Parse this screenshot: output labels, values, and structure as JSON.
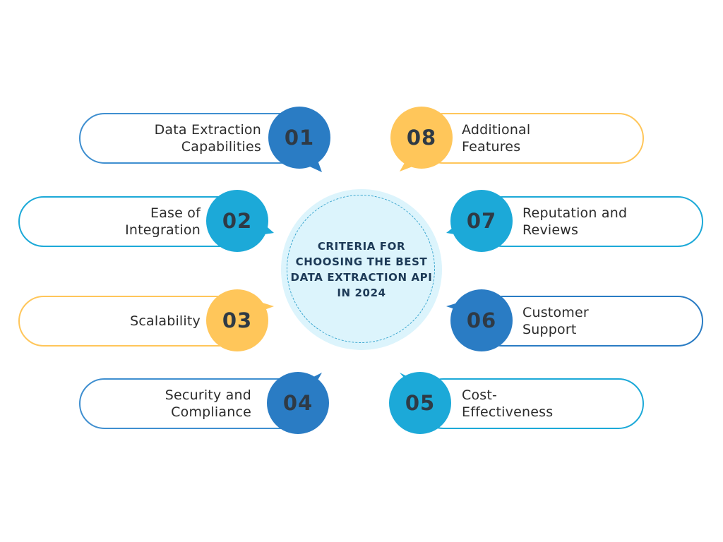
{
  "center": {
    "title": "CRITERIA FOR CHOOSING THE BEST DATA EXTRACTION API IN 2024"
  },
  "colors": {
    "dark_blue": "#2a7cc4",
    "light_blue": "#1ca9d8",
    "yellow": "#ffc65a",
    "center_fill": "#dcf4fc"
  },
  "items": [
    {
      "number": "01",
      "label": "Data Extraction Capabilities",
      "color": "dark_blue"
    },
    {
      "number": "02",
      "label": "Ease of Integration",
      "color": "light_blue"
    },
    {
      "number": "03",
      "label": "Scalability",
      "color": "yellow"
    },
    {
      "number": "04",
      "label": "Security and Compliance",
      "color": "dark_blue"
    },
    {
      "number": "05",
      "label": "Cost-Effectiveness",
      "color": "light_blue"
    },
    {
      "number": "06",
      "label": "Customer Support",
      "color": "dark_blue"
    },
    {
      "number": "07",
      "label": "Reputation and Reviews",
      "color": "light_blue"
    },
    {
      "number": "08",
      "label": "Additional Features",
      "color": "yellow"
    }
  ]
}
